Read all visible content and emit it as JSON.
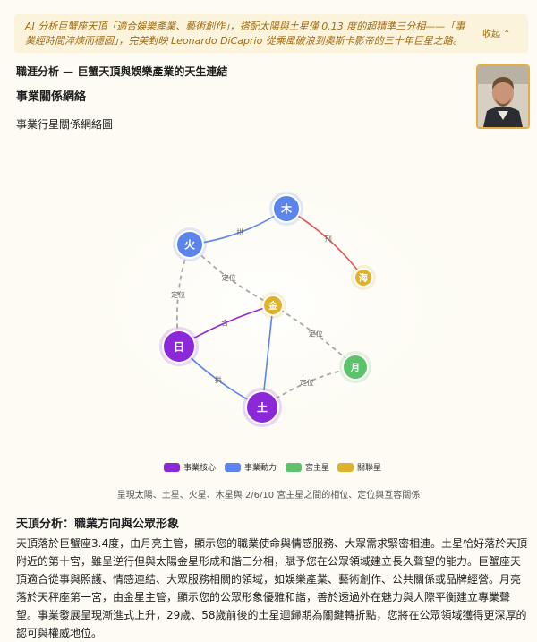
{
  "banner": {
    "text": "AI 分析巨蟹座天頂「適合娛樂產業、藝術創作」，搭配太陽與土星僅 0.13 度的超精準三分相——「事業經時間淬煉而穩固」，完美對映 Leonardo DiCaprio 從乘風破浪到奧斯卡影帝的三十年巨星之路。",
    "toggle_label": "收起 ⌃"
  },
  "section_label": "職涯分析 — 巨蟹天頂與娛樂產業的天生連結",
  "network_heading": "事業關係網絡",
  "chart_title": "事業行星關係網絡圖",
  "caption": "呈現太陽、土星、火星、木星與 2/6/10 宮主星之間的相位、定位與互容關係",
  "analysis_heading": "天頂分析：職業方向與公眾形象",
  "analysis_body": "天頂落於巨蟹座3.4度，由月亮主管，顯示您的職業使命與情感服務、大眾需求緊密相連。土星恰好落於天頂附近的第十宮，雖呈逆行但與太陽金星形成和諧三分相，賦予您在公眾領域建立長久聲望的能力。巨蟹座天頂適合從事與照護、情感連結、大眾服務相關的領域，如娛樂產業、藝術創作、公共關係或品牌經營。月亮落於天秤座第一宮，由金星主管，顯示您的公眾形象優雅和諧，善於透過外在魅力與人際平衡建立專業聲望。事業發展呈現漸進式上升，29歲、58歲前後的土星迴歸期為關鍵轉折點，您將在公眾領域獲得更深厚的認可與權威地位。",
  "colors": {
    "core": "#8b28d8",
    "drive": "#5b84ec",
    "house_ruler": "#5cc36a",
    "related": "#e0b22c",
    "square": "#e05555",
    "trine": "#5b84ec"
  },
  "legend": [
    {
      "label": "事業核心",
      "color": "#8b28d8"
    },
    {
      "label": "事業動力",
      "color": "#5b84ec"
    },
    {
      "label": "宮主星",
      "color": "#5cc36a"
    },
    {
      "label": "關聯星",
      "color": "#e0b22c"
    }
  ],
  "chart_data": {
    "type": "network",
    "nodes": [
      {
        "id": "sun",
        "label": "日",
        "group": "事業核心"
      },
      {
        "id": "saturn",
        "label": "土",
        "group": "事業核心"
      },
      {
        "id": "mars",
        "label": "火",
        "group": "事業動力"
      },
      {
        "id": "jupiter",
        "label": "木",
        "group": "事業動力"
      },
      {
        "id": "moon",
        "label": "月",
        "group": "宮主星"
      },
      {
        "id": "venus",
        "label": "金",
        "group": "關聯星"
      },
      {
        "id": "neptune",
        "label": "海",
        "group": "關聯星"
      }
    ],
    "edges": [
      {
        "from": "mars",
        "to": "jupiter",
        "label": "拱",
        "style": "trine"
      },
      {
        "from": "jupiter",
        "to": "neptune",
        "label": "刑",
        "style": "square"
      },
      {
        "from": "mars",
        "to": "venus",
        "label": "定位",
        "style": "dashed"
      },
      {
        "from": "mars",
        "to": "sun",
        "label": "定位",
        "style": "dashed"
      },
      {
        "from": "venus",
        "to": "sun",
        "label": "合",
        "style": "conjunction"
      },
      {
        "from": "venus",
        "to": "saturn",
        "label": "",
        "style": "trine"
      },
      {
        "from": "venus",
        "to": "moon",
        "label": "定位",
        "style": "dashed"
      },
      {
        "from": "sun",
        "to": "saturn",
        "label": "拱",
        "style": "trine"
      },
      {
        "from": "saturn",
        "to": "moon",
        "label": "定位",
        "style": "dashed"
      }
    ]
  }
}
